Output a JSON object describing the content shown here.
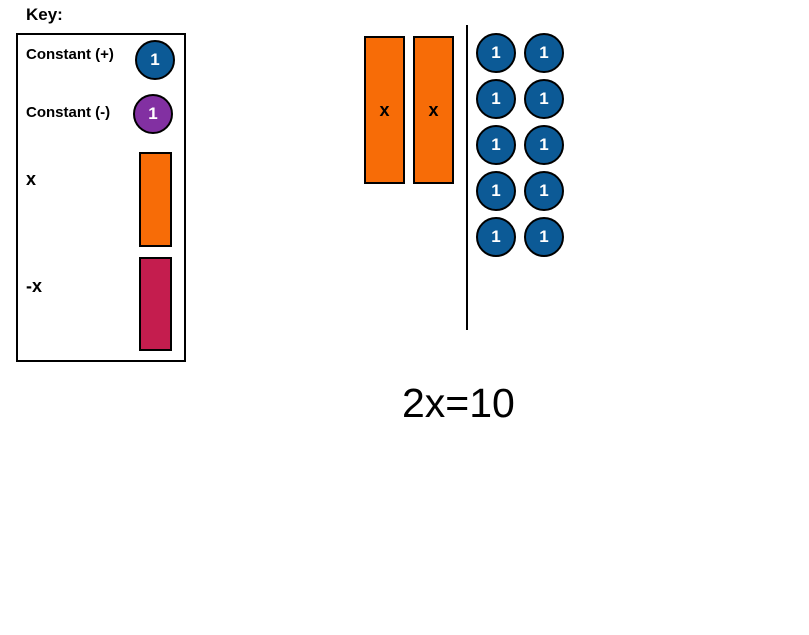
{
  "key": {
    "title": "Key:",
    "items": [
      {
        "label": "Constant (+)",
        "tile": "positive-unit",
        "shape": "circle",
        "value": "1"
      },
      {
        "label": "Constant (-)",
        "tile": "negative-unit",
        "shape": "circle",
        "value": "1"
      },
      {
        "label": "x",
        "tile": "positive-x",
        "shape": "rect"
      },
      {
        "label": "-x",
        "tile": "negative-x",
        "shape": "rect"
      }
    ]
  },
  "workspace": {
    "x_tiles": [
      {
        "label": "x"
      },
      {
        "label": "x"
      }
    ],
    "unit_tiles": [
      {
        "value": "1"
      },
      {
        "value": "1"
      },
      {
        "value": "1"
      },
      {
        "value": "1"
      },
      {
        "value": "1"
      },
      {
        "value": "1"
      },
      {
        "value": "1"
      },
      {
        "value": "1"
      },
      {
        "value": "1"
      },
      {
        "value": "1"
      }
    ],
    "equation": "2x=10"
  },
  "colors": {
    "positive_unit": "#0C5A96",
    "negative_unit": "#8230A2",
    "positive_x": "#F76C07",
    "negative_x": "#C41D4E",
    "outline": "#000000"
  }
}
